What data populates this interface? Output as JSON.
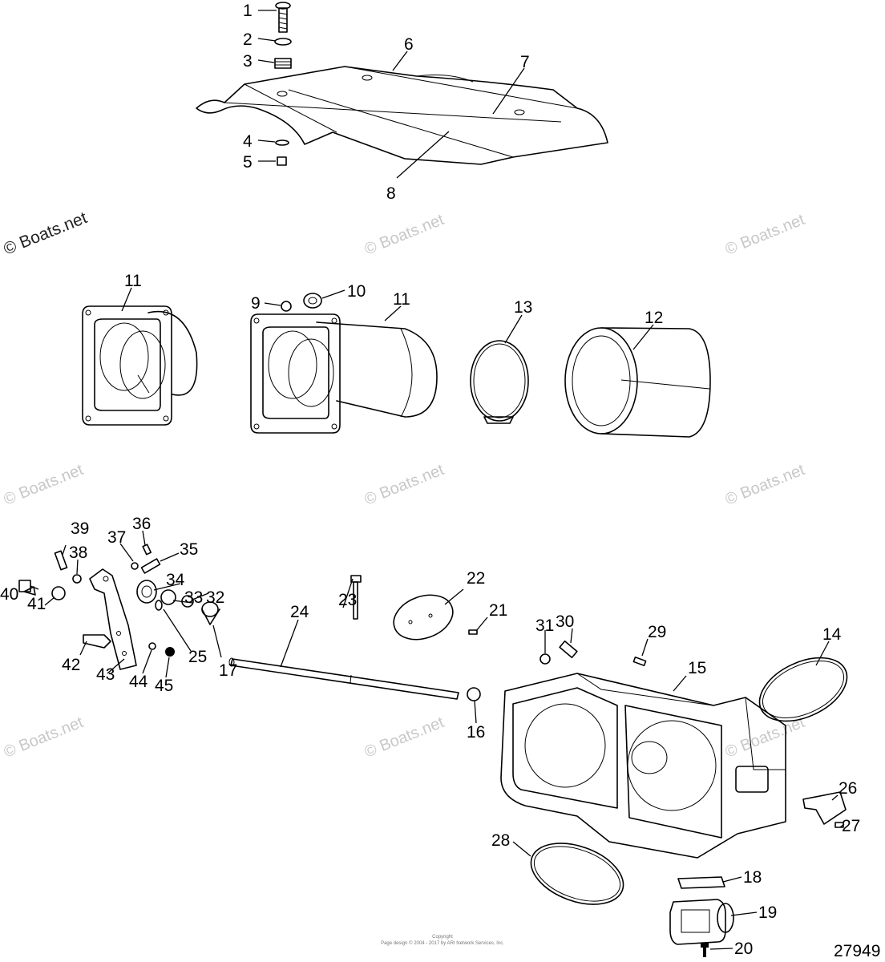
{
  "watermark_text": "© Boats.net",
  "figure_number": "27949",
  "copyright_line1": "Copyright",
  "copyright_line2": "Page design © 2004 - 2017 by ARI Network Services, Inc.",
  "callouts": {
    "c1": "1",
    "c2": "2",
    "c3": "3",
    "c4": "4",
    "c5": "5",
    "c6": "6",
    "c7": "7",
    "c8": "8",
    "c9": "9",
    "c10": "10",
    "c11a": "11",
    "c11b": "11",
    "c12": "12",
    "c13": "13",
    "c14": "14",
    "c15": "15",
    "c16": "16",
    "c17": "17",
    "c18": "18",
    "c19": "19",
    "c20": "20",
    "c21": "21",
    "c22": "22",
    "c23": "23",
    "c24": "24",
    "c25": "25",
    "c26": "26",
    "c27": "27",
    "c28": "28",
    "c29": "29",
    "c30": "30",
    "c31": "31",
    "c32": "32",
    "c33": "33",
    "c34": "34",
    "c35": "35",
    "c36": "36",
    "c37": "37",
    "c38": "38",
    "c39": "39",
    "c40": "40",
    "c41": "41",
    "c42": "42",
    "c43": "43",
    "c44": "44",
    "c45": "45"
  }
}
